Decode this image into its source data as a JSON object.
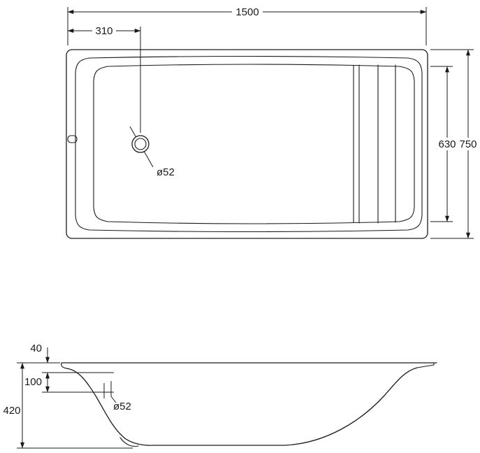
{
  "top_view": {
    "dim_overall_length": "1500",
    "dim_drain_offset": "310",
    "dim_inner_width": "630",
    "dim_overall_width": "750",
    "drain_diameter": "ø52"
  },
  "side_view": {
    "dim_rim_edge": "40",
    "dim_ledge_depth": "100",
    "dim_overall_depth": "420",
    "drain_diameter": "ø52"
  },
  "colors": {
    "line": "#1a1a1a",
    "bg": "#ffffff"
  }
}
